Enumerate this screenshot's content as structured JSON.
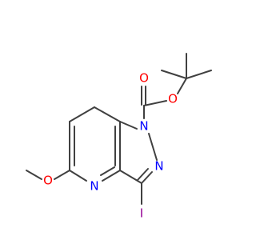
{
  "molecule": {
    "atoms": [
      {
        "id": "O_carbonyl",
        "symbol": "O",
        "color": "#ff0000"
      },
      {
        "id": "O_ester",
        "symbol": "O",
        "color": "#ff0000"
      },
      {
        "id": "N1",
        "symbol": "N",
        "color": "#0000ff"
      },
      {
        "id": "N2",
        "symbol": "N",
        "color": "#0000ff"
      },
      {
        "id": "N_pyridine",
        "symbol": "N",
        "color": "#0000ff"
      },
      {
        "id": "O_methoxy",
        "symbol": "O",
        "color": "#ff0000"
      },
      {
        "id": "I",
        "symbol": "I",
        "color": "#940094"
      }
    ],
    "bond_color": "#404040"
  }
}
